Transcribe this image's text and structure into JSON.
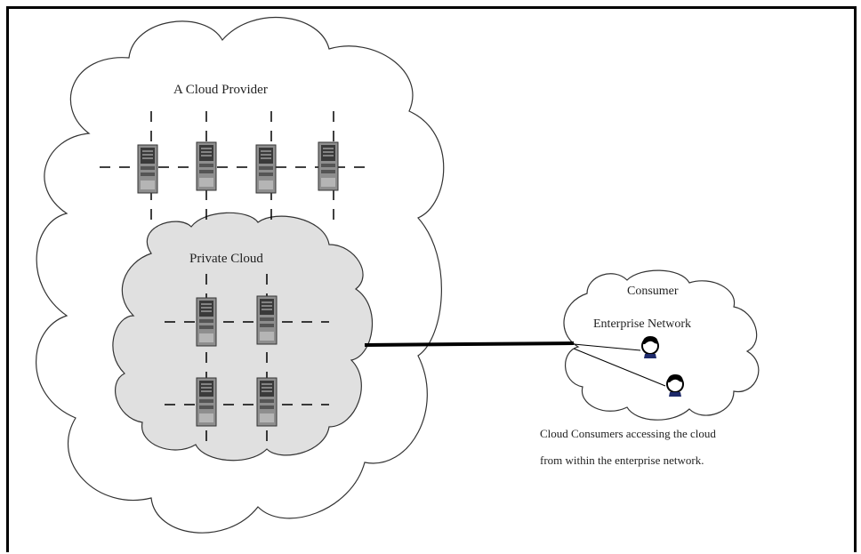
{
  "provider_label": "A Cloud Provider",
  "private_cloud_label": "Private Cloud",
  "consumer_label_line1": "Consumer",
  "consumer_label_line2": "Enterprise Network",
  "caption_line1": "Cloud Consumers accessing the cloud",
  "caption_line2": "from within the enterprise network.",
  "colors": {
    "private_cloud_fill": "#e0e0e0",
    "outline": "#333333",
    "server_body": "#9a9a9a"
  }
}
